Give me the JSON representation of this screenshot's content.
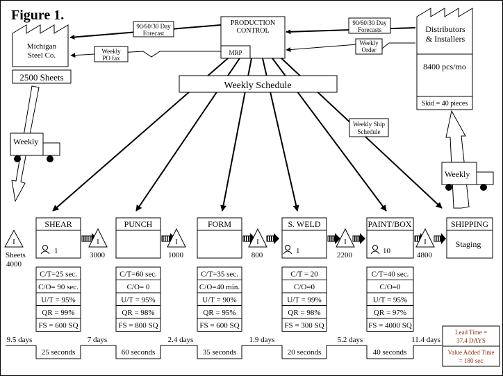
{
  "figure_title": "Figure 1.",
  "supplier": {
    "name_line1": "Michigan",
    "name_line2": "Steel Co.",
    "quantity": "2500 Sheets",
    "truck_label": "Weekly"
  },
  "customer": {
    "name_line1": "Distributors",
    "name_line2": "& Installers",
    "demand": "8400 pcs/mo",
    "skid": "Skid = 40 pieces",
    "truck_label": "Weekly"
  },
  "production_control": {
    "title_line1": "PRODUCTION",
    "title_line2": "CONTROL",
    "system": "MRP"
  },
  "info_labels": {
    "supplier_forecast_line1": "90/60/30 Day",
    "supplier_forecast_line2": "Forecast",
    "po_fax_line1": "Weekly",
    "po_fax_line2": "PO fax",
    "customer_forecast_line1": "90/60/30 Day",
    "customer_forecast_line2": "Forecasts",
    "customer_order_line1": "Weekly",
    "customer_order_line2": "Order",
    "weekly_schedule": "Weekly Schedule",
    "ship_schedule_line1": "Weekly Ship",
    "ship_schedule_line2": "Schedule"
  },
  "processes": [
    {
      "name": "SHEAR",
      "operators": "1",
      "data": [
        "C/T=25 sec.",
        "C/O= 90 sec.",
        "U/T = 95%",
        "QR = 99%",
        "FS = 600 SQ"
      ]
    },
    {
      "name": "PUNCH",
      "operators": "",
      "data": [
        "C/T=60 sec.",
        "C/O= 0",
        "U/T = 95%",
        "QR = 98%",
        "FS = 800 SQ"
      ]
    },
    {
      "name": "FORM",
      "operators": "",
      "data": [
        "C/T=35 sec.",
        "C/O=40 min.",
        "U/T = 90%",
        "QR = 95%",
        "FS = 600 SQ"
      ]
    },
    {
      "name": "S. WELD",
      "operators": "1",
      "data": [
        "C/T = 20",
        "C/O=0",
        "U/T = 99%",
        "QR = 98%",
        "FS = 300 SQ"
      ]
    },
    {
      "name": "PAINT/BOX",
      "operators": "10",
      "data": [
        "C/T=40 sec.",
        "C/O=0",
        "U/T = 95%",
        "QR = 97%",
        "FS = 4000 SQ"
      ]
    }
  ],
  "shipping": {
    "name": "SHIPPING",
    "sub": "Staging"
  },
  "inventories": [
    {
      "symbol": "I",
      "qty_line1": "Sheets",
      "qty_line2": "4000"
    },
    {
      "symbol": "I",
      "qty_line1": "3000",
      "qty_line2": ""
    },
    {
      "symbol": "I",
      "qty_line1": "1000",
      "qty_line2": ""
    },
    {
      "symbol": "I",
      "qty_line1": "800",
      "qty_line2": ""
    },
    {
      "symbol": "I",
      "qty_line1": "2200",
      "qty_line2": ""
    },
    {
      "symbol": "I",
      "qty_line1": "4800",
      "qty_line2": ""
    }
  ],
  "timeline": {
    "waits": [
      "9.5 days",
      "7 days",
      "2.4 days",
      "1.9 days",
      "5.2 days",
      "11.4 days"
    ],
    "cycle_times": [
      "25 seconds",
      "60 seconds",
      "35 seconds",
      "20 seconds",
      "40 seconds"
    ]
  },
  "summary": {
    "lead_time_line1": "Lead Time =",
    "lead_time_line2": "37.4 DAYS",
    "value_added_line1": "Value Added Time",
    "value_added_line2": "= 180 sec",
    "accent_color": "#8b2d0a"
  }
}
